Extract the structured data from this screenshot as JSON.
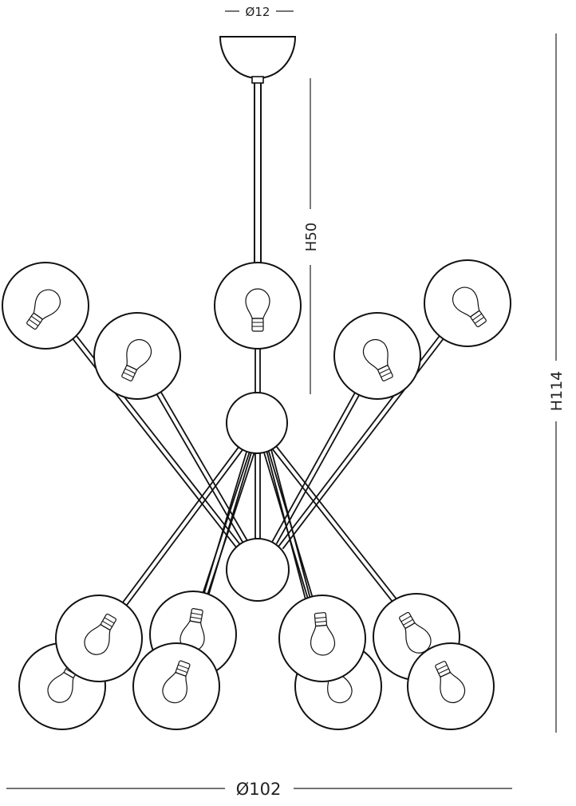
{
  "dimensions": {
    "canopy_diameter": "Ø12",
    "drop_height": "H50",
    "total_height": "H114",
    "overall_diameter": "Ø102"
  },
  "colors": {
    "line": "#111111",
    "background": "#ffffff"
  }
}
